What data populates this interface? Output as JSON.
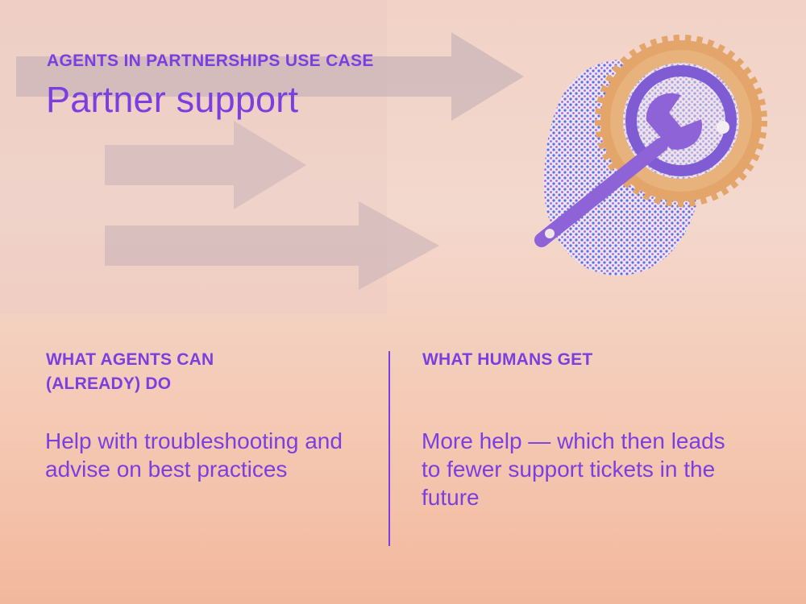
{
  "header": {
    "kicker": "AGENTS IN PARTNERSHIPS USE CASE",
    "title": "Partner support"
  },
  "columns": [
    {
      "heading_line1": "WHAT AGENTS CAN",
      "heading_line2": "(ALREADY) DO",
      "body": "Help with troubleshooting and advise on best practices"
    },
    {
      "heading_line1": "WHAT HUMANS GET",
      "body": "More help — which then leads to fewer support tickets in the future"
    }
  ],
  "colors": {
    "accent": "#7b3fe0",
    "background": "#f3d8cd",
    "gear": "#e3a56a",
    "wrench": "#8e63d8",
    "dots": "#5a6fe0"
  },
  "icons": [
    "arrow-icon",
    "gear-icon",
    "wrench-icon"
  ]
}
